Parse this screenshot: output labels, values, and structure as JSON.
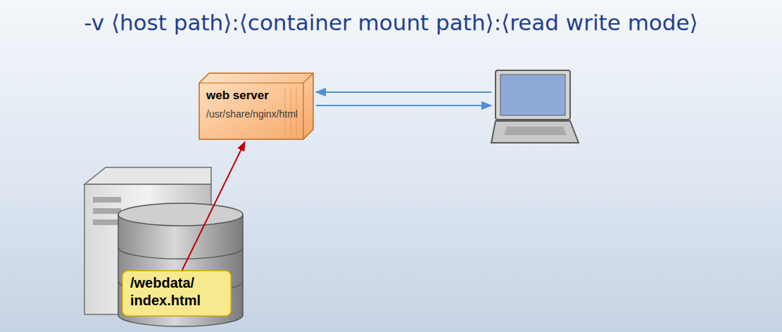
{
  "diagram": {
    "title": "-v ⟨host path⟩:⟨container mount path⟩:⟨read write mode⟩",
    "nodes": [
      {
        "text": [
          "web server",
          "/usr/share/nginx/html"
        ]
      },
      {
        "text": [
          "/webdata/ index.html"
        ]
      }
    ],
    "edges": [
      {
        "from": 1,
        "to": 0,
        "arrow": "to"
      }
    ]
  }
}
